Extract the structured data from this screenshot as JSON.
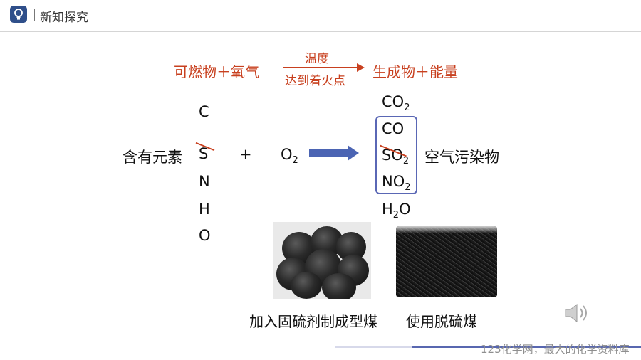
{
  "header": {
    "title": "新知探究",
    "logo_icon": "lightbulb-icon"
  },
  "equation": {
    "reactants": "可燃物＋氧气",
    "condition_top": "温度",
    "condition_bottom": "达到着火点",
    "products": "生成物＋能量"
  },
  "elements": {
    "label": "含有元素",
    "list": [
      "C",
      "S",
      "N",
      "H",
      "O"
    ],
    "plus": "+",
    "oxygen": "O"
  },
  "products_list": [
    {
      "base": "CO",
      "sub": "2"
    },
    {
      "base": "CO",
      "sub": ""
    },
    {
      "base": "SO",
      "sub": "2"
    },
    {
      "base": "NO",
      "sub": "2"
    },
    {
      "pre": "H",
      "presub": "2",
      "base": "O"
    }
  ],
  "pollutant_label": "空气污染物",
  "images": {
    "caption1": "加入固硫剂制成型煤",
    "caption2": "使用脱硫煤"
  },
  "speaker_icon": "speaker-icon",
  "watermark": "123化学网，最大的化学资料库",
  "colors": {
    "accent_red": "#c8401f",
    "arrow_blue": "#4b64b3",
    "box_blue": "#5a67b5",
    "logo_bg": "#2f4f8a"
  }
}
